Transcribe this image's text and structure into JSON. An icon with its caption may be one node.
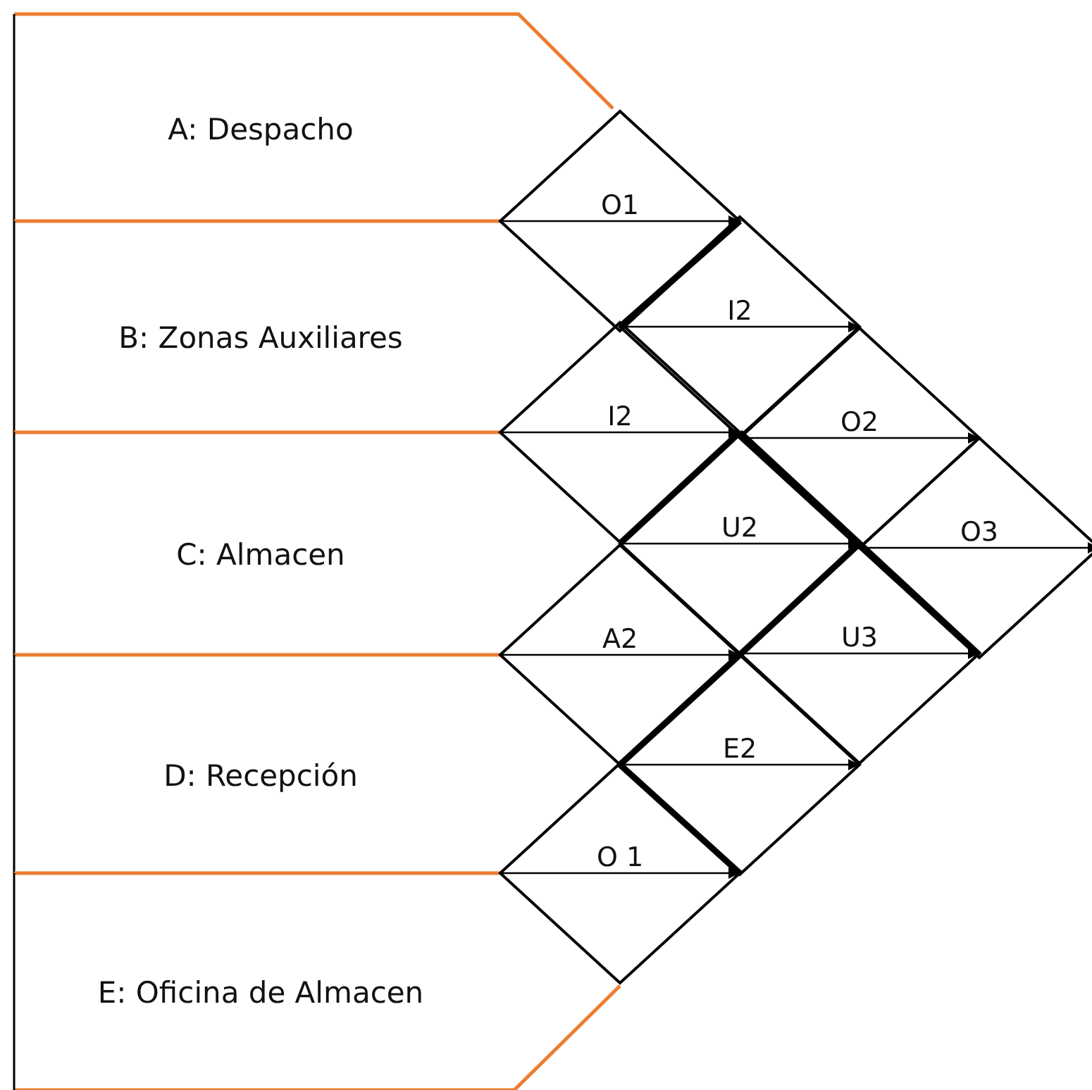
{
  "diagram": {
    "nodes": [
      {
        "text": [
          "A: Despacho"
        ]
      },
      {
        "text": [
          "B: Zonas Auxiliares"
        ]
      },
      {
        "text": [
          "C: Almacen"
        ]
      },
      {
        "text": [
          "D: Recepción"
        ]
      },
      {
        "text": [
          "E: Oficina de Almacen"
        ]
      },
      {
        "text": [
          "O1"
        ]
      },
      {
        "text": [
          "I2"
        ]
      },
      {
        "text": [
          "I2"
        ]
      },
      {
        "text": [
          "O2"
        ]
      },
      {
        "text": [
          "U2"
        ]
      },
      {
        "text": [
          "O3"
        ]
      },
      {
        "text": [
          "A2"
        ]
      },
      {
        "text": [
          "U3"
        ]
      },
      {
        "text": [
          "E2"
        ]
      },
      {
        "text": [
          "O 1"
        ]
      }
    ],
    "edges": []
  }
}
